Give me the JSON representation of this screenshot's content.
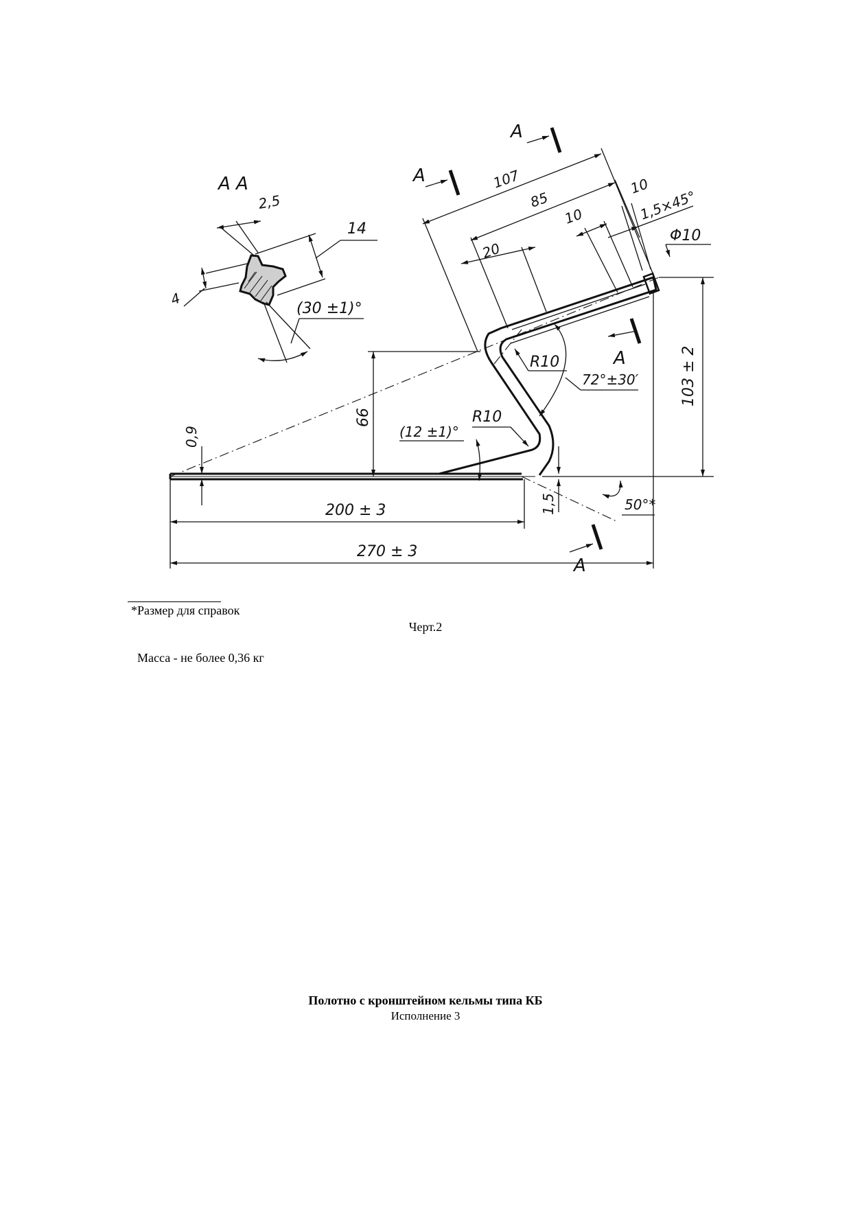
{
  "drawing": {
    "section_label": "A  A",
    "section_marks": [
      "A",
      "A",
      "A",
      "A"
    ],
    "dimensions": {
      "d_2_5": "2,5",
      "d_14": "14",
      "d_4": "4",
      "d_angle30": "(30 ±1)°",
      "d_107": "107",
      "d_85": "85",
      "d_10a": "10",
      "d_10b": "10",
      "d_chamfer": "1,5×45°",
      "d_phi10": "Φ10",
      "d_20": "20",
      "d_r10a": "R10",
      "d_angle72": "72°±30′",
      "d_103": "103 ± 2",
      "d_66": "66",
      "d_0_9": "0,9",
      "d_angle12": "(12 ±1)°",
      "d_r10b": "R10",
      "d_angle50": "50°*",
      "d_1_5": "1,5",
      "d_200": "200 ± 3",
      "d_270": "270 ± 3"
    }
  },
  "footnote": "*Размер для справок",
  "caption": "Черт.2",
  "mass": "Масса - не более 0,36 кг",
  "title": "Полотно с кронштейном кельмы типа КБ",
  "subtitle": "Исполнение 3"
}
